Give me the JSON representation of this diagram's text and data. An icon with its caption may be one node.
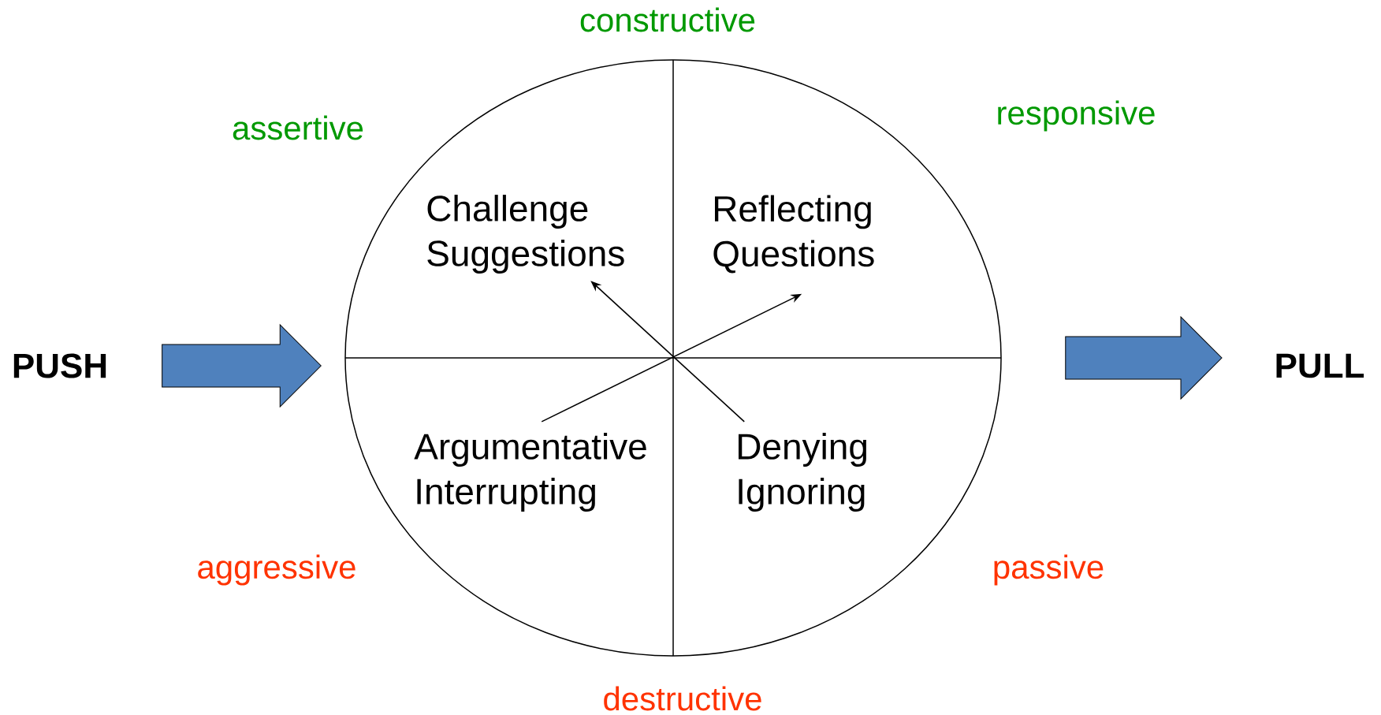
{
  "diagram": {
    "nodes": [
      {
        "text": [
          "PUSH"
        ]
      },
      {
        "text": [],
        "shape": "ellipse"
      },
      {
        "text": [
          "Challenge Suggestions"
        ],
        "in": 1
      },
      {
        "text": [
          "Reflecting Questions"
        ],
        "in": 1
      },
      {
        "text": [
          "Argumentative Interrupting"
        ],
        "in": 1
      },
      {
        "text": [
          "Denying Ignoring"
        ],
        "in": 1
      },
      {
        "text": [
          "PULL"
        ]
      }
    ],
    "edges": [
      {
        "from": 0,
        "to": 1,
        "arrow": "to",
        "style": "thick",
        "color": "#4f81bd"
      },
      {
        "from": 1,
        "to": 6,
        "arrow": "to",
        "style": "thick",
        "color": "#4f81bd"
      },
      {
        "from": 4,
        "to": 3,
        "arrow": "to"
      },
      {
        "from": 5,
        "to": 2,
        "arrow": "to"
      }
    ],
    "labels": [
      "constructive",
      "assertive",
      "responsive",
      "aggressive",
      "passive",
      "destructive"
    ]
  }
}
